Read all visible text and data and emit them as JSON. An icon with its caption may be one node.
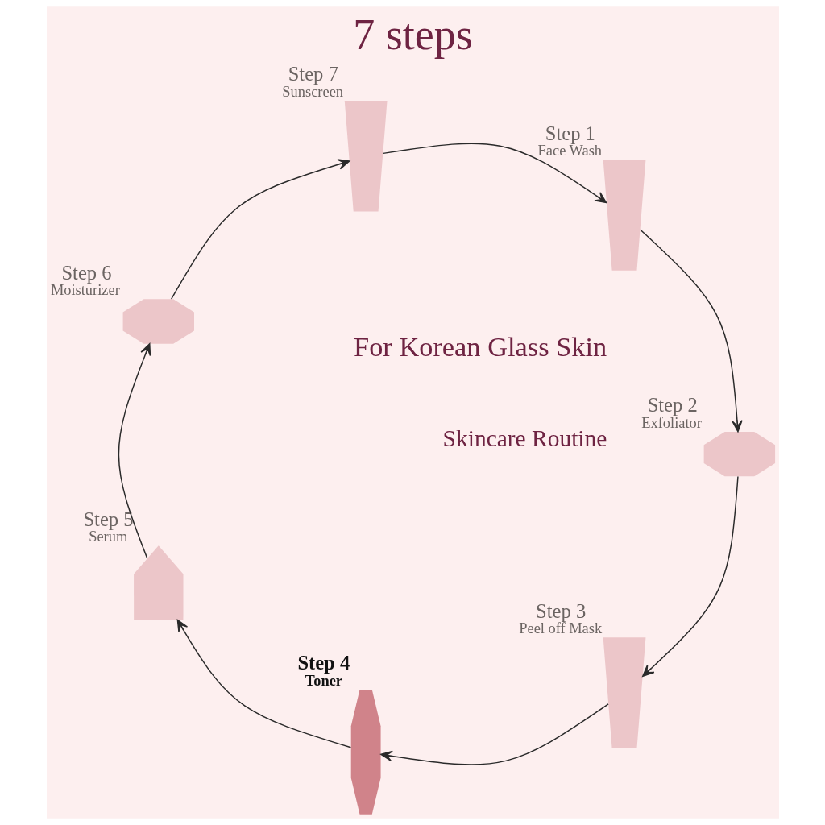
{
  "diagram": {
    "title": "7 steps",
    "nodes": [
      {
        "text": [],
        "shape": "picture",
        "beside": [
          "Step 1",
          "Face Wash"
        ]
      },
      {
        "text": [],
        "shape": "picture",
        "beside": [
          "Step 2",
          "Exfoliator"
        ]
      },
      {
        "text": [],
        "shape": "picture",
        "beside": [
          "Step 3",
          "Peel off Mask"
        ]
      },
      {
        "text": [],
        "shape": "picture",
        "beside": [
          "Step 4",
          "Toner"
        ]
      },
      {
        "text": [],
        "shape": "picture",
        "beside": [
          "Step 5",
          "Serum"
        ]
      },
      {
        "text": [],
        "shape": "picture",
        "beside": [
          "Step 6",
          "Moisturizer"
        ]
      },
      {
        "text": [],
        "shape": "picture",
        "beside": [
          "Step 7",
          "Sunscreen"
        ]
      }
    ],
    "edges": [
      {
        "from": 0,
        "to": 1,
        "arrow": "to"
      },
      {
        "from": 1,
        "to": 2,
        "arrow": "to"
      },
      {
        "from": 2,
        "to": 3,
        "arrow": "to"
      },
      {
        "from": 3,
        "to": 4,
        "arrow": "to"
      },
      {
        "from": 4,
        "to": 5,
        "arrow": "to"
      },
      {
        "from": 5,
        "to": 6,
        "arrow": "to"
      },
      {
        "from": 6,
        "to": 0,
        "arrow": "to"
      }
    ],
    "labels": [
      "Skincare Routine",
      "For Korean Glass Skin"
    ]
  }
}
